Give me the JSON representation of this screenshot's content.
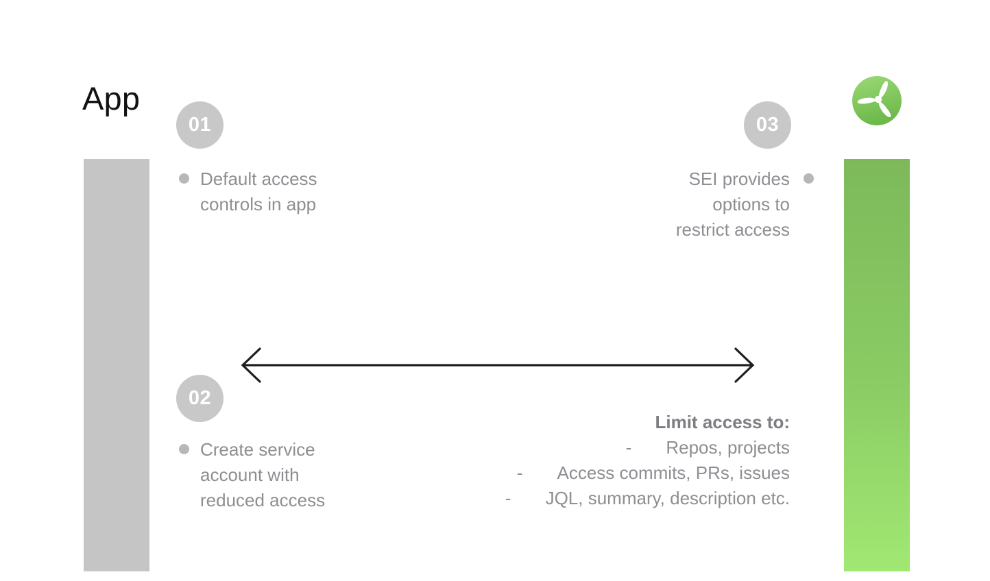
{
  "title": "App",
  "logo": {
    "icon": "propeller-logo",
    "circle_color_top": "#9bd977",
    "circle_color_bottom": "#6db94a"
  },
  "bars": {
    "left_color": "#c5c5c6",
    "right_gradient_top": "#7db95a",
    "right_gradient_bottom": "#a1e873"
  },
  "steps": [
    {
      "number": "01",
      "lines": [
        "Default access",
        "controls in app"
      ]
    },
    {
      "number": "02",
      "lines": [
        "Create service",
        "account with",
        "reduced access"
      ]
    },
    {
      "number": "03",
      "lines": [
        "SEI provides",
        "options to",
        "restrict access"
      ]
    }
  ],
  "limit": {
    "header": "Limit access to:",
    "dash": "-",
    "items": [
      "Repos, projects",
      "Access commits, PRs, issues",
      "JQL, summary, description etc."
    ]
  },
  "colors": {
    "title_text": "#121212",
    "step_circle": "#c8c8c8",
    "step_number": "#ffffff",
    "body_text": "#8e8e93",
    "bold_text": "#7d7d82",
    "bullet": "#b7b7ba",
    "arrow": "#1f1f1f"
  }
}
